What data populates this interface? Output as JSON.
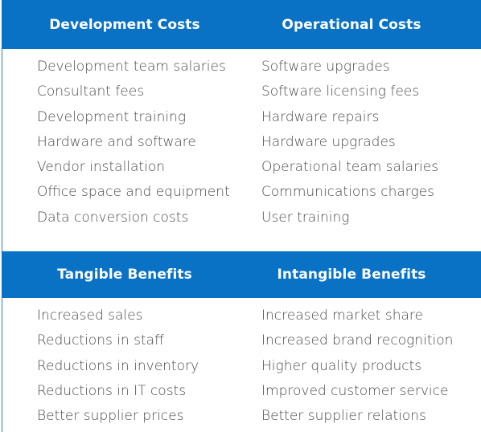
{
  "costs": {
    "development": {
      "header": "Development Costs",
      "items": [
        "Development team salaries",
        "Consultant fees",
        "Development training",
        "Hardware and software",
        "Vendor installation",
        "Office space and equipment",
        "Data conversion costs"
      ]
    },
    "operational": {
      "header": "Operational Costs",
      "items": [
        "Software upgrades",
        "Software licensing fees",
        "Hardware repairs",
        "Hardware upgrades",
        "Operational team salaries",
        "Communications charges",
        "User training"
      ]
    }
  },
  "benefits": {
    "tangible": {
      "header": "Tangible Benefits",
      "items": [
        "Increased sales",
        "Reductions in staff",
        "Reductions in inventory",
        "Reductions in IT costs",
        "Better supplier prices"
      ]
    },
    "intangible": {
      "header": "Intangible Benefits",
      "items": [
        "Increased market share",
        "Increased brand recognition",
        "Higher quality products",
        "Improved customer service",
        "Better supplier relations"
      ]
    }
  },
  "colors": {
    "header_bg": "#0a72c4",
    "header_text": "#ffffff",
    "body_text": "#4a4a4a",
    "border": "#2e7fc3"
  }
}
